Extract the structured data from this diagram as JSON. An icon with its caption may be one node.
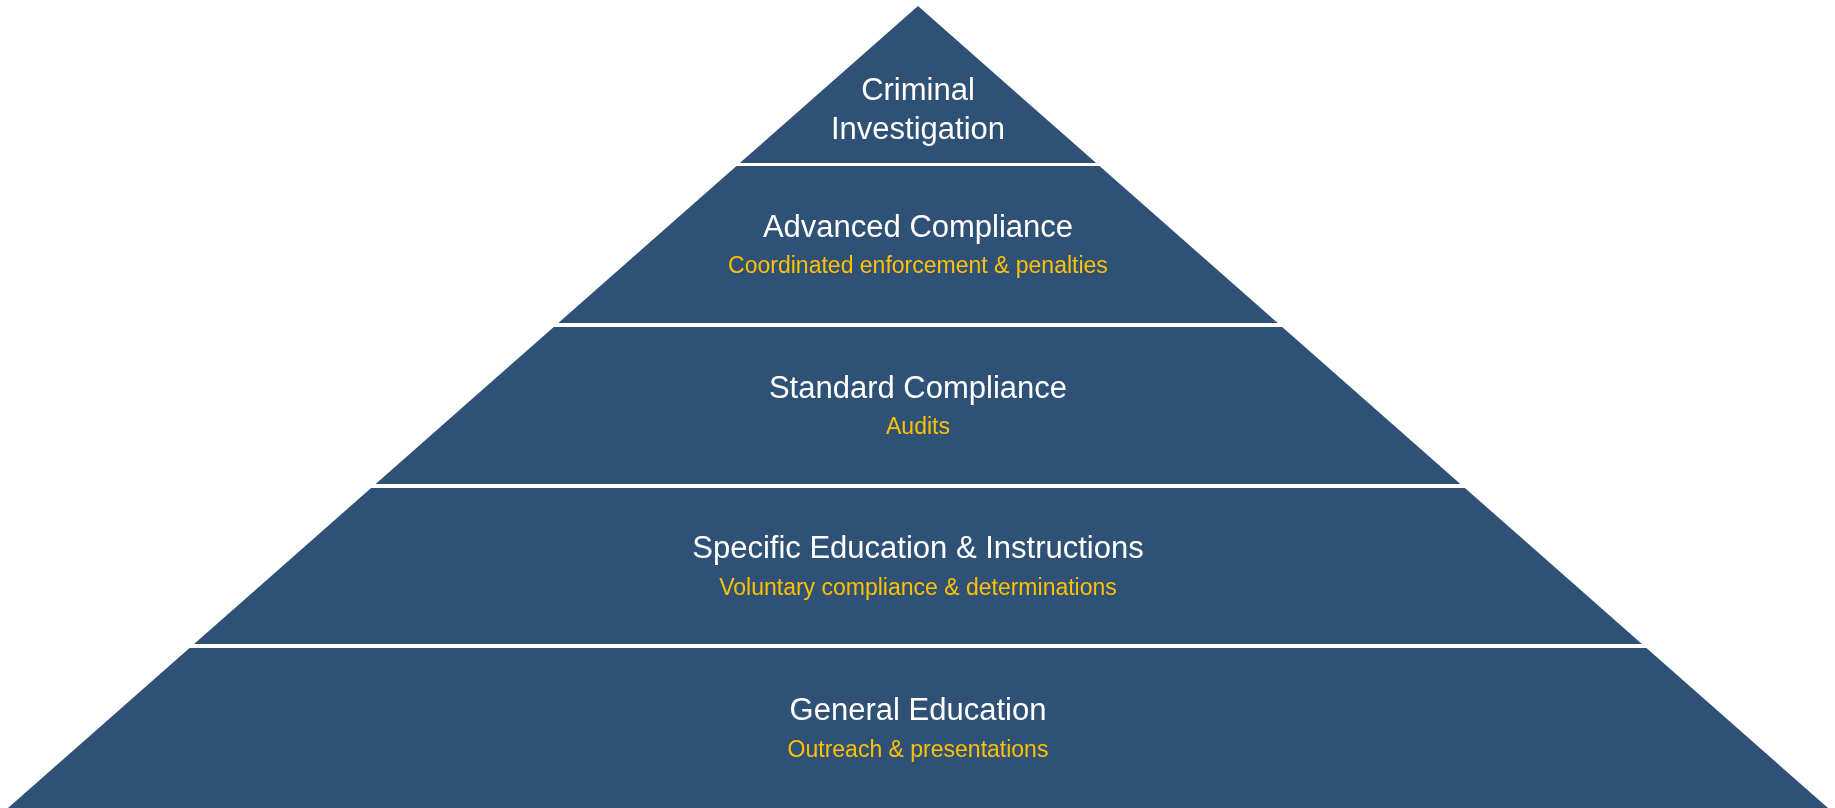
{
  "diagram": {
    "nodes": [
      {
        "text": [
          "Criminal Investigation"
        ]
      },
      {
        "text": [
          "Advanced Compliance",
          "Coordinated enforcement & penalties"
        ]
      },
      {
        "text": [
          "Standard Compliance",
          "Audits"
        ]
      },
      {
        "text": [
          "Specific Education & Instructions",
          "Voluntary compliance & determinations"
        ]
      },
      {
        "text": [
          "General Education",
          "Outreach & presentations"
        ]
      }
    ]
  }
}
